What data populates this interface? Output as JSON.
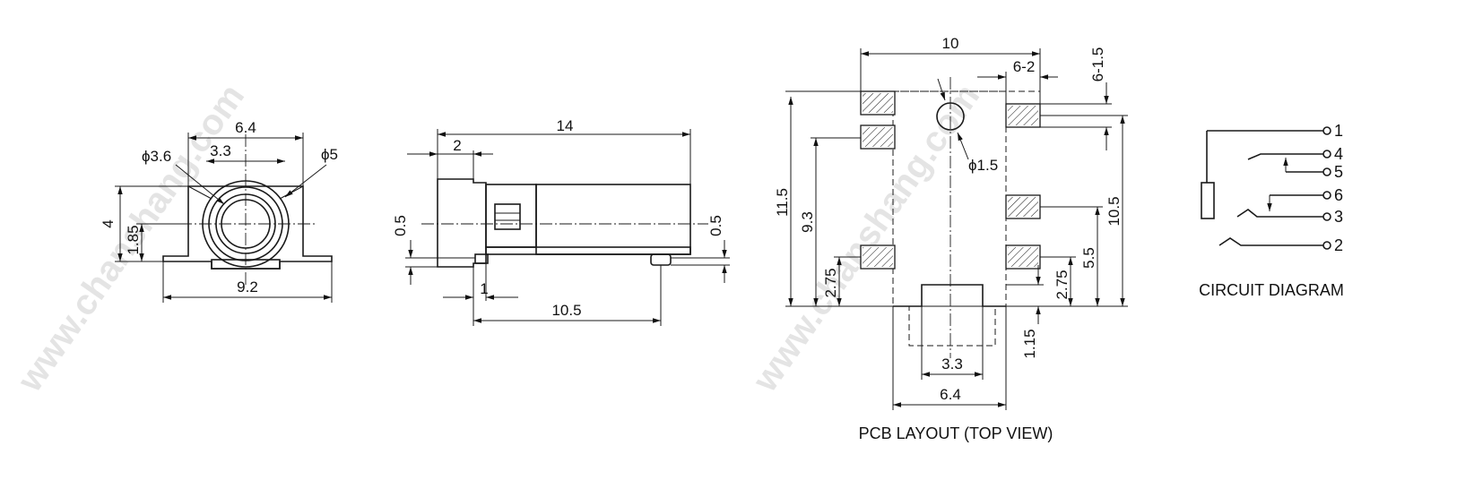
{
  "watermark": "www.chanshang.com",
  "front_view": {
    "dims": {
      "width_top": "6.4",
      "inner": "3.3",
      "bore_dia": "ϕ3.6",
      "outer_dia": "ϕ5",
      "height": "4",
      "center_height": "1.85",
      "base_width": "9.2"
    }
  },
  "side_view": {
    "dims": {
      "length": "14",
      "flange": "2",
      "offset_left": "0.5",
      "offset_right": "0.5",
      "foot": "1",
      "pitch": "10.5"
    }
  },
  "pcb_layout": {
    "title": "PCB LAYOUT (TOP VIEW)",
    "dims": {
      "width": "10",
      "pad_width": "6-2",
      "pad_height": "6-1.5",
      "hole_dia": "ϕ1.5",
      "total_height": "11.5",
      "row_height": "9.3",
      "bottom_left": "2.75",
      "right_height": "10.5",
      "mid_right": "5.5",
      "bottom_right": "2.75",
      "slot_depth": "1.15",
      "slot_width": "3.3",
      "body_width": "6.4"
    }
  },
  "circuit": {
    "title": "CIRCUIT DIAGRAM",
    "pins": [
      "1",
      "4",
      "5",
      "6",
      "3",
      "2"
    ]
  }
}
